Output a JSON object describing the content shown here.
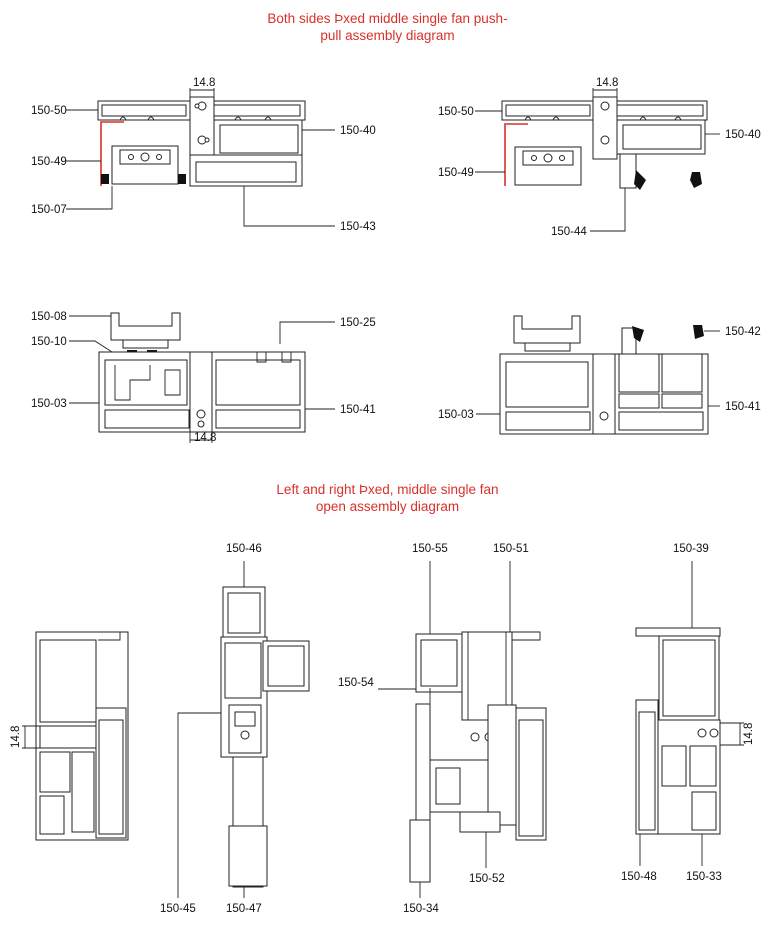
{
  "titles": {
    "push_pull_line1": "Both sides Þxed middle single fan push-",
    "push_pull_line2": "pull assembly diagram",
    "open_line1": "Left and right Þxed, middle single fan",
    "open_line2": "open assembly diagram"
  },
  "dimension": "14.8",
  "labels": {
    "tl_150_50": "150-50",
    "tl_150_49": "150-49",
    "tl_150_07": "150-07",
    "tl_150_40": "150-40",
    "tl_150_43": "150-43",
    "tl_dim": "14.8",
    "tr_150_50": "150-50",
    "tr_150_49": "150-49",
    "tr_150_40": "150-40",
    "tr_150_44": "150-44",
    "tr_dim": "14.8",
    "ml_150_08": "150-08",
    "ml_150_10": "150-10",
    "ml_150_03": "150-03",
    "ml_150_25": "150-25",
    "ml_150_41": "150-41",
    "ml_dim": "14.8",
    "mr_150_42": "150-42",
    "mr_150_03": "150-03",
    "mr_150_41": "150-41",
    "b1_dim": "14.8",
    "b2_150_46": "150-46",
    "b2_150_45": "150-45",
    "b2_150_47": "150-47",
    "b3_150_55": "150-55",
    "b3_150_51": "150-51",
    "b3_150_54": "150-54",
    "b3_150_52": "150-52",
    "b3_150_34": "150-34",
    "b4_150_39": "150-39",
    "b4_150_48": "150-48",
    "b4_150_33": "150-33",
    "b4_dim": "14.8"
  }
}
